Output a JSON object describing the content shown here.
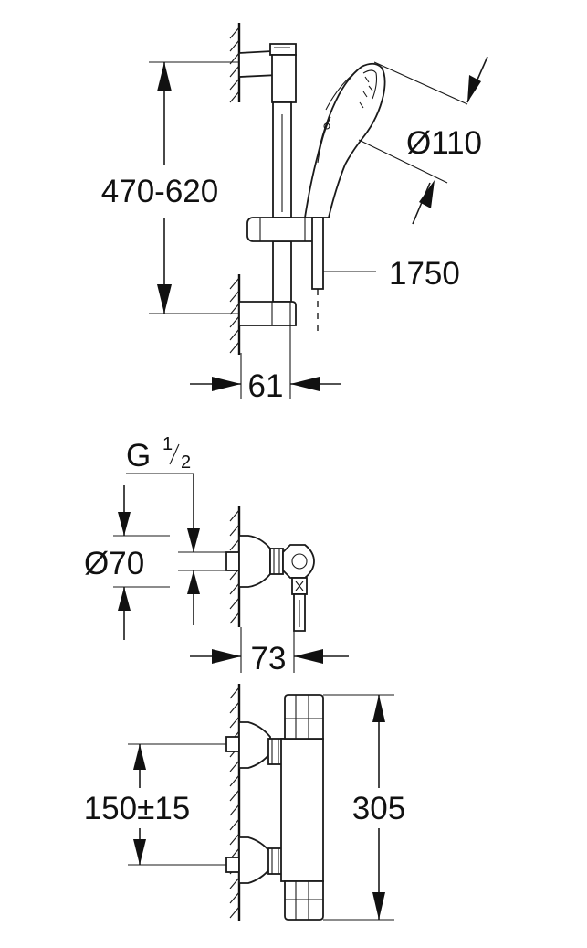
{
  "dimensions": {
    "rail_height": "470-620",
    "head_diameter": "Ø110",
    "hose_length": "1750",
    "rail_depth": "61",
    "thread_prefix": "G",
    "thread_num": "1",
    "thread_den": "2",
    "rosette_diameter": "Ø70",
    "mixer_depth": "73",
    "center_distance": "150±15",
    "mixer_height": "305"
  }
}
